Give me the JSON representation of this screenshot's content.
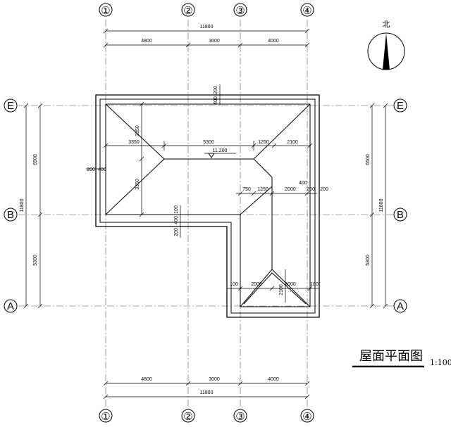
{
  "drawing": {
    "title": "屋面平面图",
    "scale": "1:100",
    "north_label": "北",
    "elevation": "11.200"
  },
  "axes": {
    "vertical": [
      "①",
      "②",
      "③",
      "④"
    ],
    "horizontal": [
      "E",
      "B",
      "A"
    ]
  },
  "dimensions": {
    "top_total": "11800",
    "top_segments": [
      "4800",
      "3000",
      "4000"
    ],
    "bottom_segments": [
      "4800",
      "3000",
      "4000"
    ],
    "bottom_total": "11800",
    "left_total": "11800",
    "left_segments": [
      "6500",
      "5300"
    ],
    "right_total": "11800",
    "right_segments": [
      "6500",
      "5300"
    ],
    "roof_top_offset": "200",
    "roof_top_eave": "400",
    "roof_left_offset": "200",
    "roof_left_eave": "400",
    "ridge_row": [
      "3350",
      "5300",
      "1250",
      "2100"
    ],
    "hip_depth_top": "3350",
    "hip_depth_bottom": "3350",
    "wing_row": [
      "750",
      "1250",
      "2000",
      "200",
      "200"
    ],
    "right_eave": "400",
    "step_labels": [
      "200",
      "400",
      "100"
    ],
    "gable_row": [
      "100",
      "2000",
      "2000",
      "100"
    ],
    "gable_height": "2100"
  },
  "colors": {
    "line": "#000000",
    "background": "#ffffff",
    "axis_line": "#555555"
  }
}
